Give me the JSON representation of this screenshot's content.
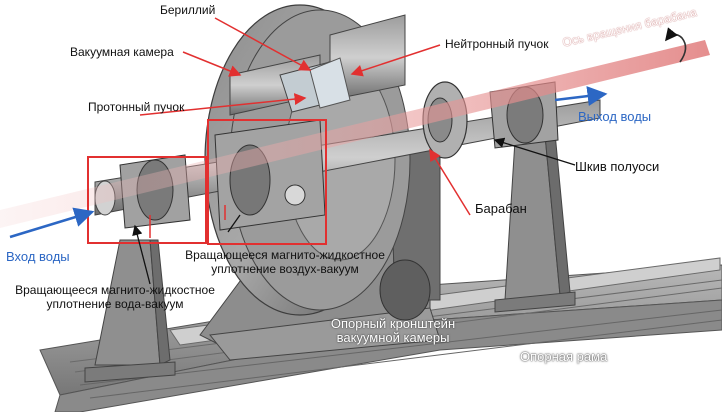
{
  "labels": {
    "beryllium": "Бериллий",
    "vacuum_chamber": "Вакуумная камера",
    "neutron_beam": "Нейтронный пучок",
    "rotation_axis": "Ось вращения барабана",
    "proton_beam": "Протонный пучок",
    "water_out": "Выход воды",
    "half_shaft_pulley": "Шкив полуоси",
    "drum": "Барабан",
    "water_in": "Вход воды",
    "seal_air_vacuum_line1": "Вращающееся магнито-жидкостное",
    "seal_air_vacuum_line2": "уплотнение воздух-вакуум",
    "seal_water_vacuum_line1": "Вращающееся магнито-жидкостное",
    "seal_water_vacuum_line2": "уплотнение вода-вакуум",
    "chamber_bracket_line1": "Опорный кронштейн",
    "chamber_bracket_line2": "вакуумной камеры",
    "support_frame": "Опорная рама"
  },
  "colors": {
    "axis": "#e8a0a0",
    "highlight_box": "#e23030",
    "arrow_blue": "#2c67c4",
    "label_blue": "#2c67c4",
    "metal_dark": "#6f6f6f",
    "metal_light": "#b9b9b9"
  }
}
